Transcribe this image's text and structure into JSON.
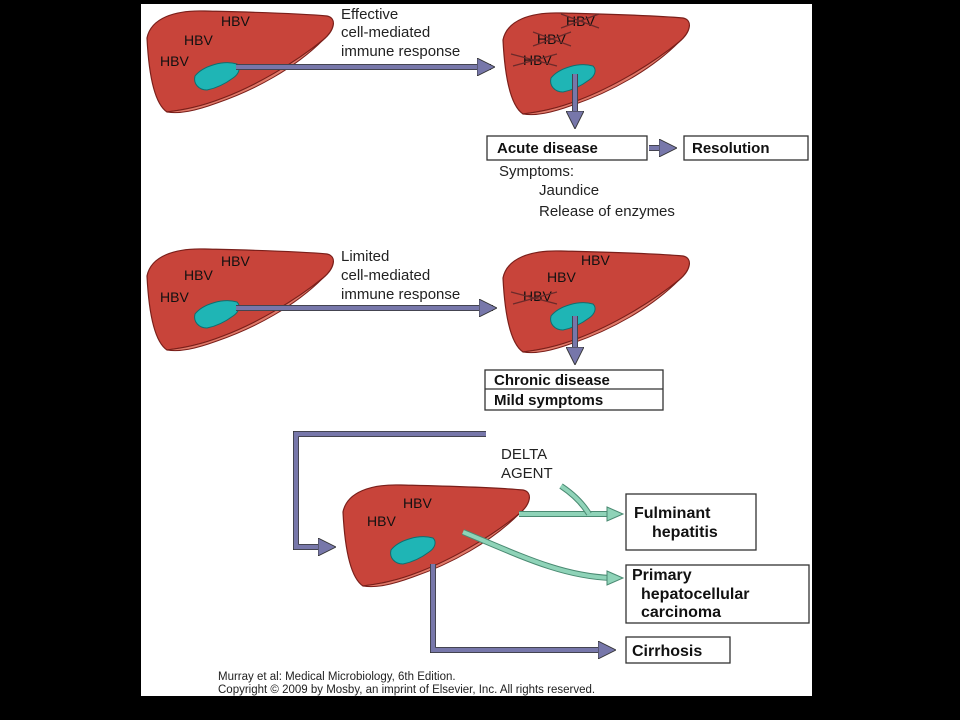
{
  "panel1": {
    "liver_left_labels": [
      "HBV",
      "HBV",
      "HBV"
    ],
    "liver_right_labels": [
      "HBV",
      "HBV",
      "HBV"
    ],
    "arrow_label": [
      "Effective",
      "cell-mediated",
      "immune response"
    ],
    "acute_box": "Acute disease",
    "resolution_box": "Resolution",
    "symptoms_title": "Symptoms:",
    "symptoms": [
      "Jaundice",
      "Release of enzymes"
    ]
  },
  "panel2": {
    "liver_left_labels": [
      "HBV",
      "HBV",
      "HBV"
    ],
    "liver_right_labels": [
      "HBV",
      "HBV",
      "HBV"
    ],
    "arrow_label": [
      "Limited",
      "cell-mediated",
      "immune response"
    ],
    "chronic_box": [
      "Chronic disease",
      "Mild symptoms"
    ]
  },
  "panel3": {
    "liver_labels": [
      "HBV",
      "HBV"
    ],
    "delta_label": [
      "DELTA",
      "AGENT"
    ],
    "fulminant_box": [
      "Fulminant",
      "hepatitis"
    ],
    "carcinoma_box": [
      "Primary",
      "hepatocellular",
      "carcinoma"
    ],
    "cirrhosis_box": "Cirrhosis"
  },
  "footer": {
    "citation": "Murray et al: Medical Microbiology, 6th Edition.",
    "copyright": "Copyright © 2009 by Mosby, an imprint of Elsevier, Inc. All rights reserved."
  },
  "colors": {
    "liver": "#c8443a",
    "liver_lower": "#e07a6a",
    "gallbladder": "#1fb5b5",
    "arrow_blue": "#7777aa",
    "arrow_green": "#8fd3b8"
  }
}
